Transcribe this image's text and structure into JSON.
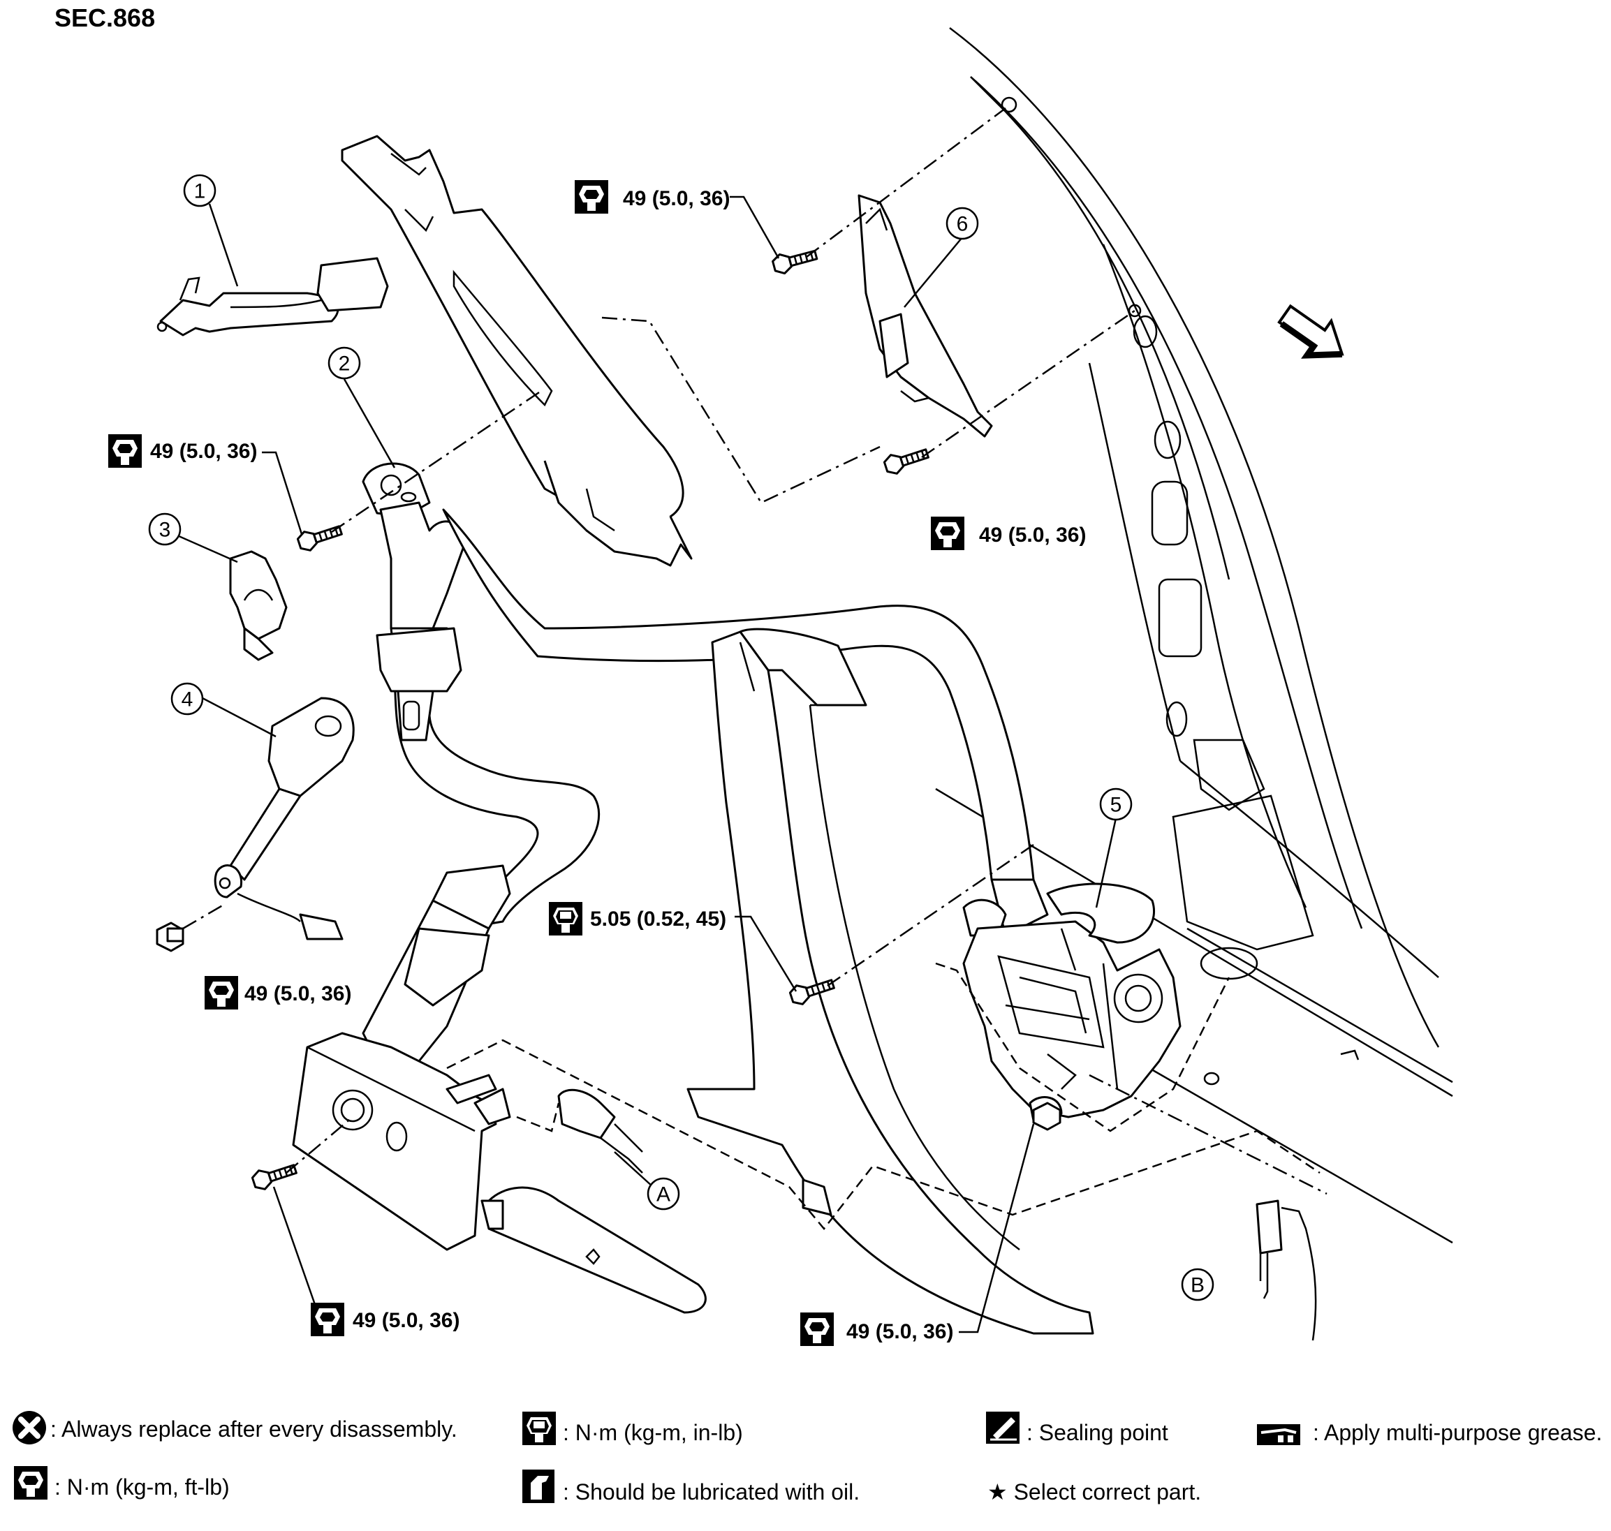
{
  "section": "SEC.868",
  "callouts": {
    "c1": "1",
    "c2": "2",
    "c3": "3",
    "c4": "4",
    "c5": "5",
    "c6": "6",
    "cA": "A",
    "cB": "B"
  },
  "torque": {
    "t_top": "49 (5.0, 36)",
    "t_left": "49 (5.0, 36)",
    "t_right": "49 (5.0, 36)",
    "t_buckle": "49 (5.0, 36)",
    "t_center": "5.05 (0.52, 45)",
    "t_bottom_left": "49 (5.0, 36)",
    "t_bottom_center": "49 (5.0, 36)"
  },
  "legend": {
    "replace": ": Always replace after every disassembly.",
    "nm_inlb": ": N·m (kg-m, in-lb)",
    "sealing": ": Sealing point",
    "grease": ": Apply multi-purpose grease.",
    "nm_ftlb": ": N·m (kg-m, ft-lb)",
    "oil": ": Should be lubricated with oil.",
    "select": "★ Select correct part."
  },
  "icons": [
    "torque-ftlb-icon",
    "torque-inlb-icon",
    "replace-icon",
    "sealing-icon",
    "grease-icon",
    "oil-icon",
    "front-arrow-icon"
  ]
}
